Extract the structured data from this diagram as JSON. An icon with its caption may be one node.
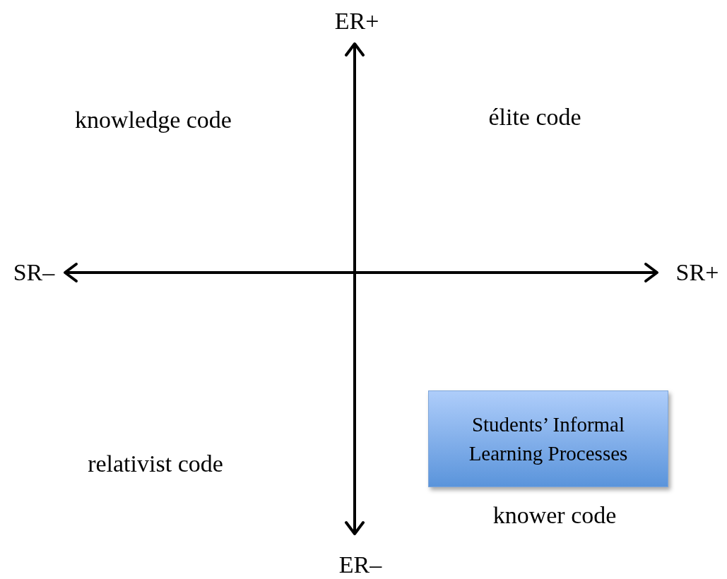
{
  "diagram": {
    "nodes": [
      {
        "text": [
          "Students’ Informal Learning Processes"
        ]
      }
    ],
    "labels": [
      "ER+",
      "knowledge code",
      "élite code",
      "SR–",
      "SR+",
      "relativist code",
      "knower code",
      "ER–"
    ]
  }
}
